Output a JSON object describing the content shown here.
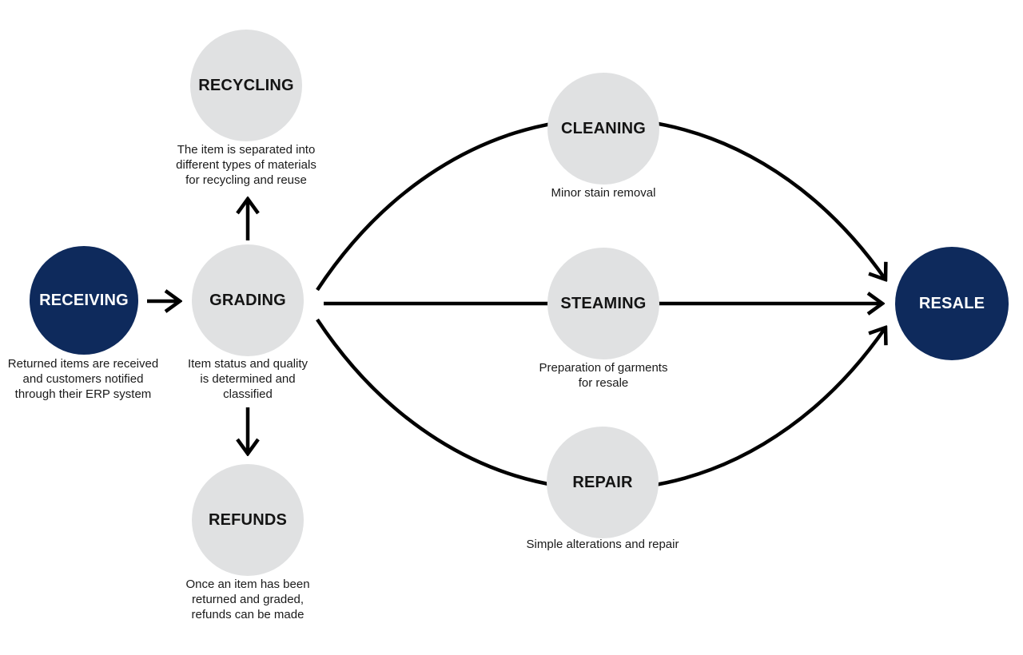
{
  "diagram": {
    "title": "",
    "colors": {
      "background": "#FFFFFF",
      "primary_node": "#0E2A5C",
      "secondary_node": "#E0E1E2",
      "arrow": "#000000",
      "label_on_primary": "#FFFFFF",
      "label_on_secondary": "#141414",
      "description_text": "#1A1A1A"
    },
    "nodes": {
      "receiving": {
        "label": "RECEIVING",
        "description": "Returned items are received\nand customers notified\nthrough their ERP system"
      },
      "grading": {
        "label": "GRADING",
        "description": "Item status and quality\nis determined and\nclassified"
      },
      "recycling": {
        "label": "RECYCLING",
        "description": "The item is separated into\ndifferent types of materials\nfor recycling and reuse"
      },
      "refunds": {
        "label": "REFUNDS",
        "description": "Once an item has been\nreturned and graded,\nrefunds can be made"
      },
      "cleaning": {
        "label": "CLEANING",
        "description": "Minor stain removal"
      },
      "steaming": {
        "label": "STEAMING",
        "description": "Preparation of garments\nfor resale"
      },
      "repair": {
        "label": "REPAIR",
        "description": "Simple alterations and repair"
      },
      "resale": {
        "label": "RESALE",
        "description": ""
      }
    },
    "edges": [
      {
        "from": "receiving",
        "to": "grading"
      },
      {
        "from": "grading",
        "to": "recycling"
      },
      {
        "from": "grading",
        "to": "refunds"
      },
      {
        "from": "grading",
        "to": "resale",
        "via": "cleaning"
      },
      {
        "from": "grading",
        "to": "resale",
        "via": "steaming"
      },
      {
        "from": "grading",
        "to": "resale",
        "via": "repair"
      }
    ]
  }
}
